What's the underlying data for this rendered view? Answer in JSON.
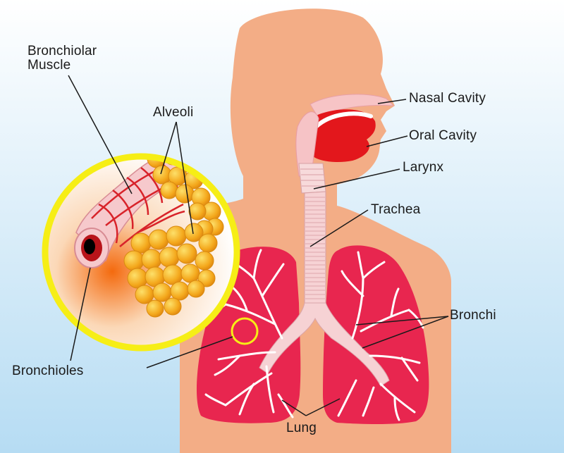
{
  "labels": {
    "bronchiolar_muscle": "Bronchiolar\nMuscle",
    "alveoli": "Alveoli",
    "nasal_cavity": "Nasal Cavity",
    "oral_cavity": "Oral Cavity",
    "larynx": "Larynx",
    "trachea": "Trachea",
    "bronchi": "Bronchi",
    "bronchioles": "Bronchioles",
    "lung": "Lung"
  },
  "colors": {
    "background_top": "#ffffff",
    "background_bottom": "#b6dcf3",
    "skin": "#f3ad86",
    "lung": "#e8264f",
    "airway": "#f5d5d6",
    "alveoli": "#f4a81c",
    "callout_ring": "#f6ee16",
    "oral_cavity": "#e3171c"
  }
}
